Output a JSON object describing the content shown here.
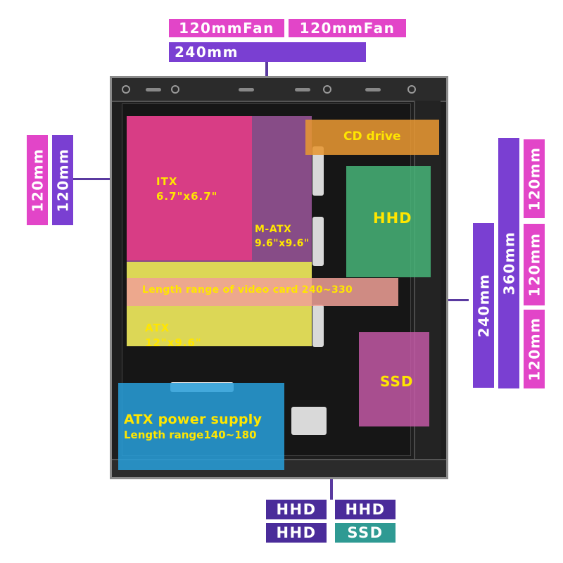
{
  "top_tags": {
    "fan_left": "120mmFan",
    "fan_right": "120mmFan",
    "size": "240mm"
  },
  "left_tags": [
    "120mm",
    "120mm"
  ],
  "right_tags": {
    "col1": "240mm",
    "col2": "360mm",
    "col3": [
      "120mm",
      "120mm",
      "120mm"
    ]
  },
  "bottom_tags": [
    "HHD",
    "HHD",
    "HHD",
    "SSD"
  ],
  "zones": {
    "itx": {
      "name": "ITX",
      "size": "6.7\"x6.7\""
    },
    "matx": {
      "name": "M-ATX",
      "size": "9.6\"x9.6\""
    },
    "atx": {
      "name": "ATX",
      "size": "12\"x9.6\""
    },
    "cd": "CD drive",
    "hhd": "HHD",
    "video": "Length range of video card 240~330",
    "ssd": "SSD",
    "psu": {
      "name": "ATX power supply",
      "range": "Length range140~180"
    }
  },
  "colors": {
    "magenta": "#e245c8",
    "purple": "#7a3fd2",
    "navy": "#4a2c9a",
    "teal": "#2f9a93",
    "label_yellow": "#ffe600"
  }
}
